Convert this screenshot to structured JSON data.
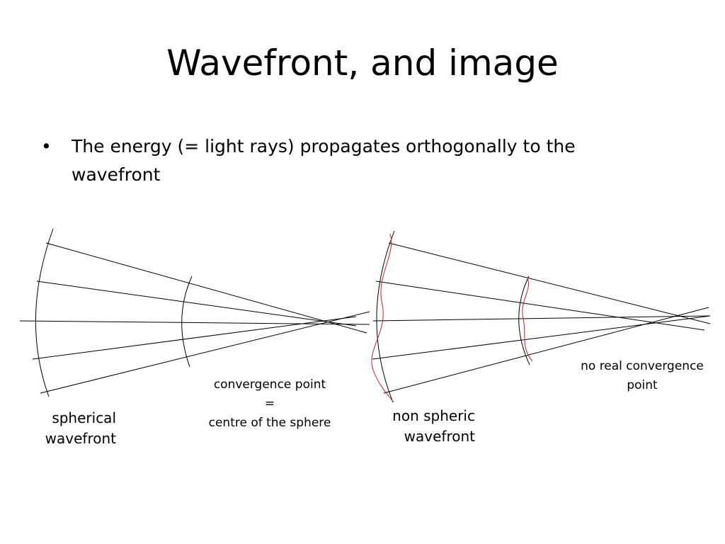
{
  "slide": {
    "title": "Wavefront, and image",
    "bullet_marker": "•",
    "bullet_text": "The energy (= light rays) propagates orthogonally to the wavefront"
  },
  "left_diagram": {
    "wavefront_label_line1": "spherical",
    "wavefront_label_line2": "wavefront",
    "convergence_label_line1": "convergence point",
    "convergence_label_line2": "=",
    "convergence_label_line3": "centre of the sphere"
  },
  "right_diagram": {
    "wavefront_label_line1": "non spheric",
    "wavefront_label_line2": "wavefront",
    "convergence_label_line1": "no real convergence",
    "convergence_label_line2": "point"
  },
  "colors": {
    "line": "#000000",
    "aberrated_wavefront": "#d02020",
    "background": "#ffffff"
  }
}
